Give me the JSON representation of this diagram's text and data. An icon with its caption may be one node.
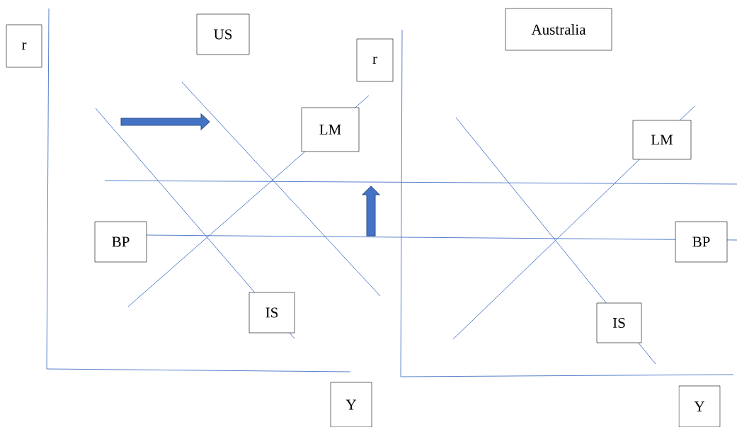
{
  "diagram": {
    "nodes": [
      {
        "text": [
          "r"
        ]
      },
      {
        "text": [
          "US"
        ]
      },
      {
        "text": [
          "Australia"
        ]
      },
      {
        "text": [
          "r"
        ]
      },
      {
        "text": [
          "LM"
        ]
      },
      {
        "text": [
          "LM"
        ]
      },
      {
        "text": [
          "BP"
        ]
      },
      {
        "text": [
          "BP"
        ]
      },
      {
        "text": [
          "IS"
        ]
      },
      {
        "text": [
          "IS"
        ]
      },
      {
        "text": [
          "Y"
        ]
      },
      {
        "text": [
          "Y"
        ]
      }
    ]
  }
}
